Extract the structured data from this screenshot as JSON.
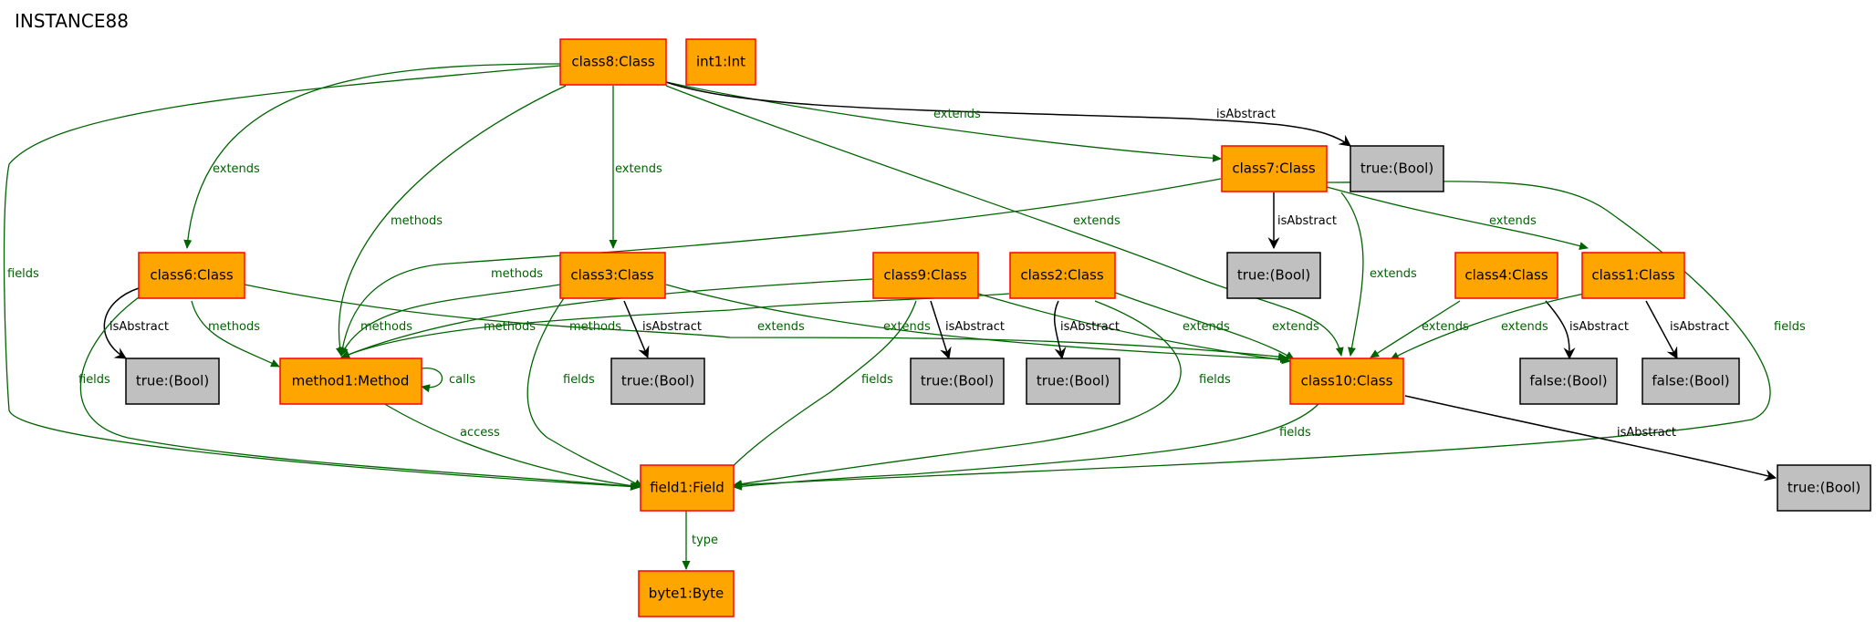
{
  "title": "INSTANCE88",
  "colors": {
    "class_fill": "#ffa500",
    "class_stroke": "#ff0000",
    "bool_fill": "#c0c0c0",
    "bool_stroke": "#000000",
    "edge_green": "#006400",
    "edge_black": "#000000"
  },
  "nodes": {
    "class8": "class8:Class",
    "int1": "int1:Int",
    "class7": "class7:Class",
    "true_c8": "true:(Bool)",
    "class6": "class6:Class",
    "class3": "class3:Class",
    "class9": "class9:Class",
    "class2": "class2:Class",
    "true_c7": "true:(Bool)",
    "class4": "class4:Class",
    "class1": "class1:Class",
    "true_c6": "true:(Bool)",
    "method1": "method1:Method",
    "true_c3": "true:(Bool)",
    "true_c9": "true:(Bool)",
    "true_c2": "true:(Bool)",
    "class10": "class10:Class",
    "false_c4": "false:(Bool)",
    "false_c1": "false:(Bool)",
    "field1": "field1:Field",
    "true_c10": "true:(Bool)",
    "byte1": "byte1:Byte"
  },
  "edge_labels": {
    "c8_c6_extends": "extends",
    "c8_c3_extends": "extends",
    "c8_c7_extends": "extends",
    "c8_isabstract": "isAbstract",
    "c8_methods": "methods",
    "c8_fields": "fields",
    "c8_c10_extends": "extends",
    "c7_isabstract": "isAbstract",
    "c7_c10_extends": "extends",
    "c7_c1_extends": "extends",
    "c7_fields": "fields",
    "c7_methods": "methods",
    "c6_isabstract": "isAbstract",
    "c6_methods": "methods",
    "c6_fields": "fields",
    "c6_c10_extends": "extends",
    "c3_methods": "methods",
    "c3_isabstract": "isAbstract",
    "c3_fields": "fields",
    "c3_c10_extends": "extends",
    "c9_methods": "methods",
    "c9_fields": "fields",
    "c9_isabstract": "isAbstract",
    "c9_c10_extends": "extends",
    "c2_methods": "methods",
    "c2_isabstract": "isAbstract",
    "c2_fields": "fields",
    "c2_c10_extends": "extends",
    "c4_c10_extends": "extends",
    "c4_isabstract": "isAbstract",
    "c1_c10_extends": "extends",
    "c1_isabstract": "isAbstract",
    "m1_calls": "calls",
    "m1_access": "access",
    "c10_fields": "fields",
    "c10_isabstract": "isAbstract",
    "f1_type": "type"
  }
}
